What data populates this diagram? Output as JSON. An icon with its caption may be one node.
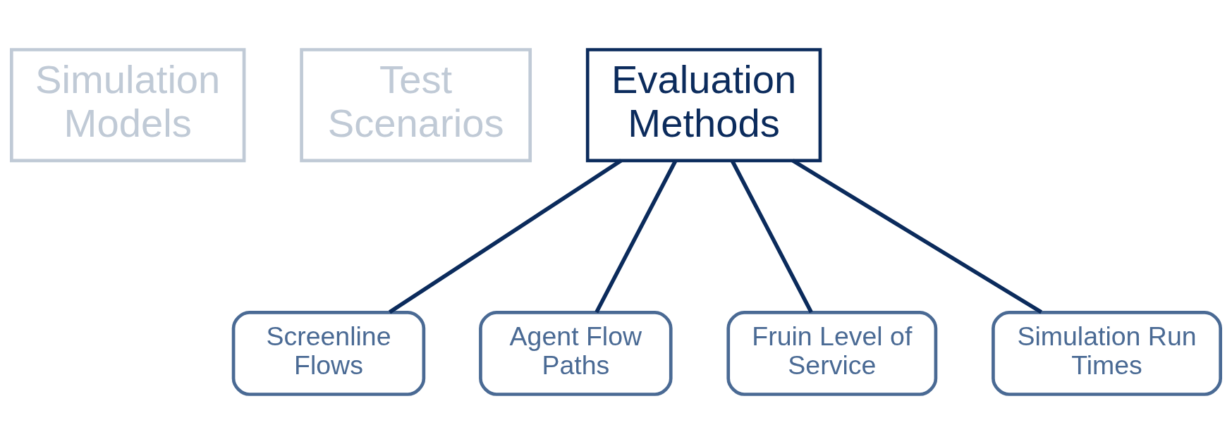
{
  "diagram": {
    "nodes": [
      {
        "text": [
          "Simulation Models"
        ]
      },
      {
        "text": [
          "Test Scenarios"
        ]
      },
      {
        "text": [
          "Evaluation Methods"
        ]
      },
      {
        "text": [
          "Screenline Flows"
        ]
      },
      {
        "text": [
          "Agent Flow Paths"
        ]
      },
      {
        "text": [
          "Fruin Level of Service"
        ]
      },
      {
        "text": [
          "Simulation Run Times"
        ]
      }
    ],
    "edges": [
      {
        "from": 2,
        "to": 3,
        "arrow": "none"
      },
      {
        "from": 2,
        "to": 4,
        "arrow": "none"
      },
      {
        "from": 2,
        "to": 5,
        "arrow": "none"
      },
      {
        "from": 2,
        "to": 6,
        "arrow": "none"
      }
    ]
  }
}
